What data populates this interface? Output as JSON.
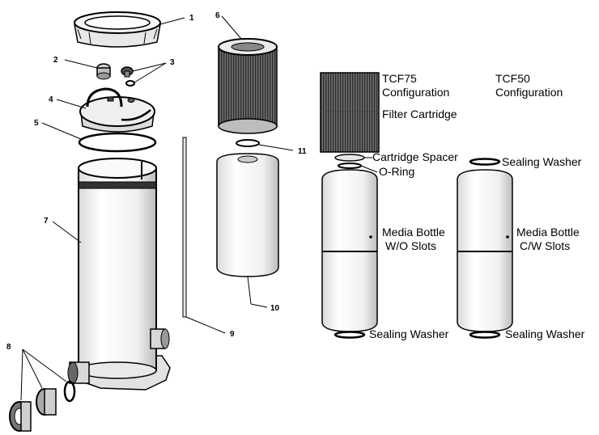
{
  "callouts": {
    "c1": "1",
    "c2": "2",
    "c3": "3",
    "c4": "4",
    "c5": "5",
    "c6": "6",
    "c7": "7",
    "c8": "8",
    "c9": "9",
    "c10": "10",
    "c11": "11"
  },
  "tcf75": {
    "heading_line1": "TCF75",
    "heading_line2": "Configuration",
    "filter_cartridge": "Filter Cartridge",
    "cartridge_spacer": "Cartridge Spacer",
    "o_ring": "O-Ring",
    "media_bottle_line1": "Media Bottle",
    "media_bottle_line2": "W/O Slots",
    "sealing_washer_bottom": "Sealing Washer"
  },
  "tcf50": {
    "heading_line1": "TCF50",
    "heading_line2": "Configuration",
    "sealing_washer_top": "Sealing Washer",
    "media_bottle_line1": "Media Bottle",
    "media_bottle_line2": "C/W Slots",
    "sealing_washer_bottom": "Sealing Washer"
  }
}
